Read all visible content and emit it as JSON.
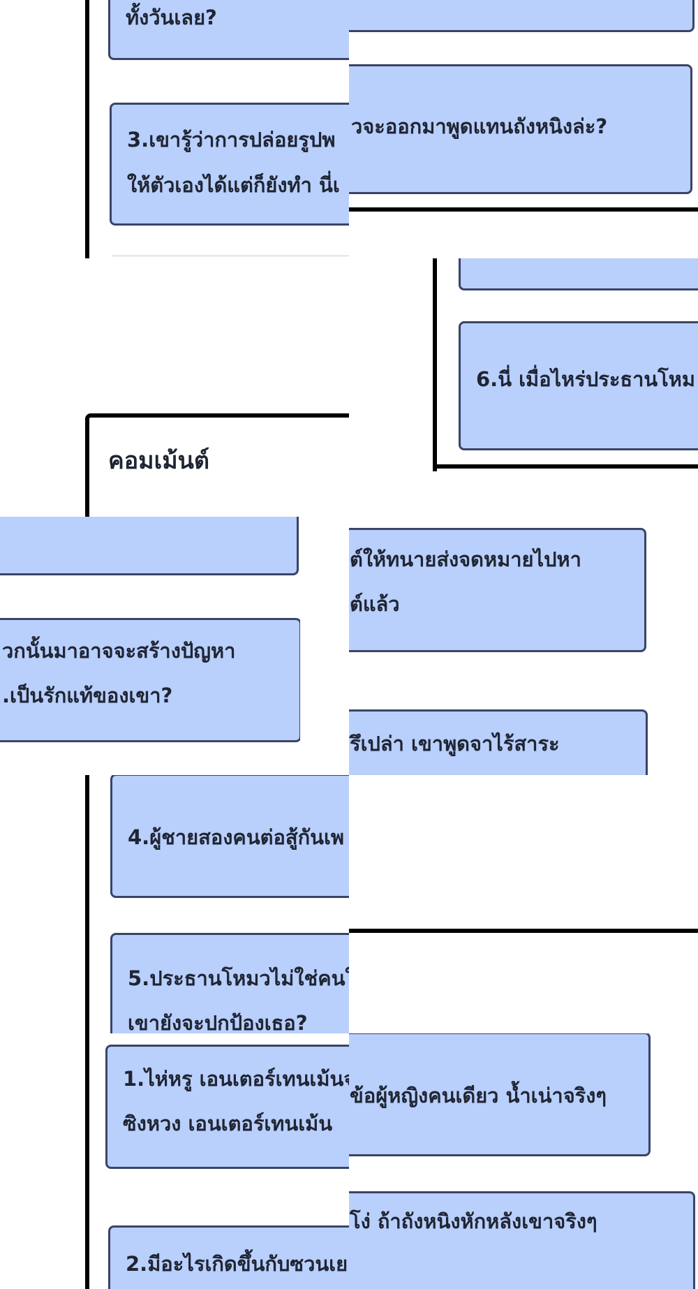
{
  "comments_heading": "คอมเม้นต์",
  "texts": {
    "t_top": "ทั้งวันเลย?",
    "t_3a": "3.เขารู้ว่าการปล่อยรูปพ",
    "t_3b": "ให้ตัวเองได้แต่ก็ยังทำ นี่เ",
    "t_rt1": "วจะออกมาพูดแทนถังหนิงล่ะ?",
    "t_6": "6.นี่ เมื่อไหร่ประธานโหม",
    "t_lm1": "วกนั้นมาอาจจะสร้างปัญหา",
    "t_lm2": ".เป็นรักแท้ของเขา?",
    "t_rm1": "ต์ให้ทนายส่งจดหมายไปหา",
    "t_rm2": "ต์แล้ว",
    "t_rm3": "รึเปล่า เขาพูดจาไร้สาระ",
    "t_4": "4.ผู้ชายสองคนต่อสู้กันเพ",
    "t_5a": "5.ประธานโหมวไม่ใช่คนใ",
    "t_5b": "เขายังจะปกป้องเธอ?",
    "t_1a": "1.ไห่หรู เอนเตอร์เทนเม้นจ",
    "t_1b": "ซิงหวง เอนเตอร์เทนเม้น",
    "t_rb1": "ข้อผู้หญิงคนเดียว น้ำเน่าจริงๆ",
    "t_rb2": "โง่ ถ้าถังหนิงหักหลังเขาจริงๆ",
    "t_2": "2.มีอะไรเกิดขึ้นกับซวนเย"
  },
  "colors": {
    "card_fill": "#b9cffc",
    "card_border": "#3a4466",
    "frame": "#000000",
    "text": "#1f2533"
  }
}
